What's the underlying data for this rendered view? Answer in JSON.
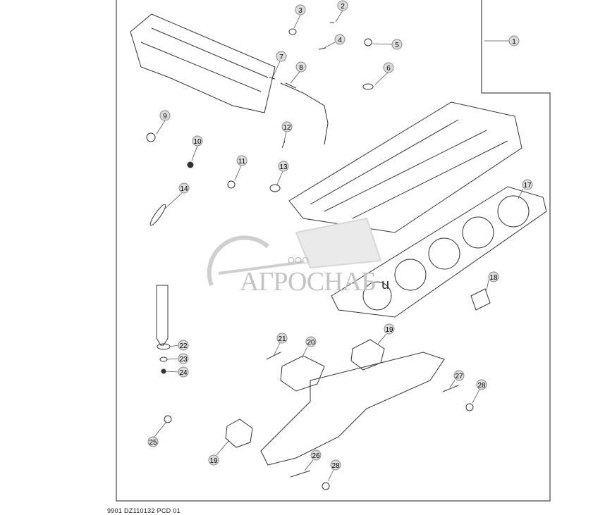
{
  "caption": "9901  DZ110132  PCD  01",
  "watermark": {
    "prefix": "ООО",
    "name": "АГРОСНАБ",
    "suffix": "u"
  },
  "callouts": [
    "1",
    "2",
    "3",
    "4",
    "5",
    "6",
    "7",
    "8",
    "9",
    "10",
    "11",
    "12",
    "13",
    "14",
    "17",
    "18",
    "19",
    "19",
    "20",
    "21",
    "22",
    "23",
    "24",
    "25",
    "26",
    "27",
    "28",
    "28"
  ],
  "colors": {
    "line": "#222222",
    "callout_fill": "#dcdcdc",
    "watermark": "#c4c4c4"
  }
}
